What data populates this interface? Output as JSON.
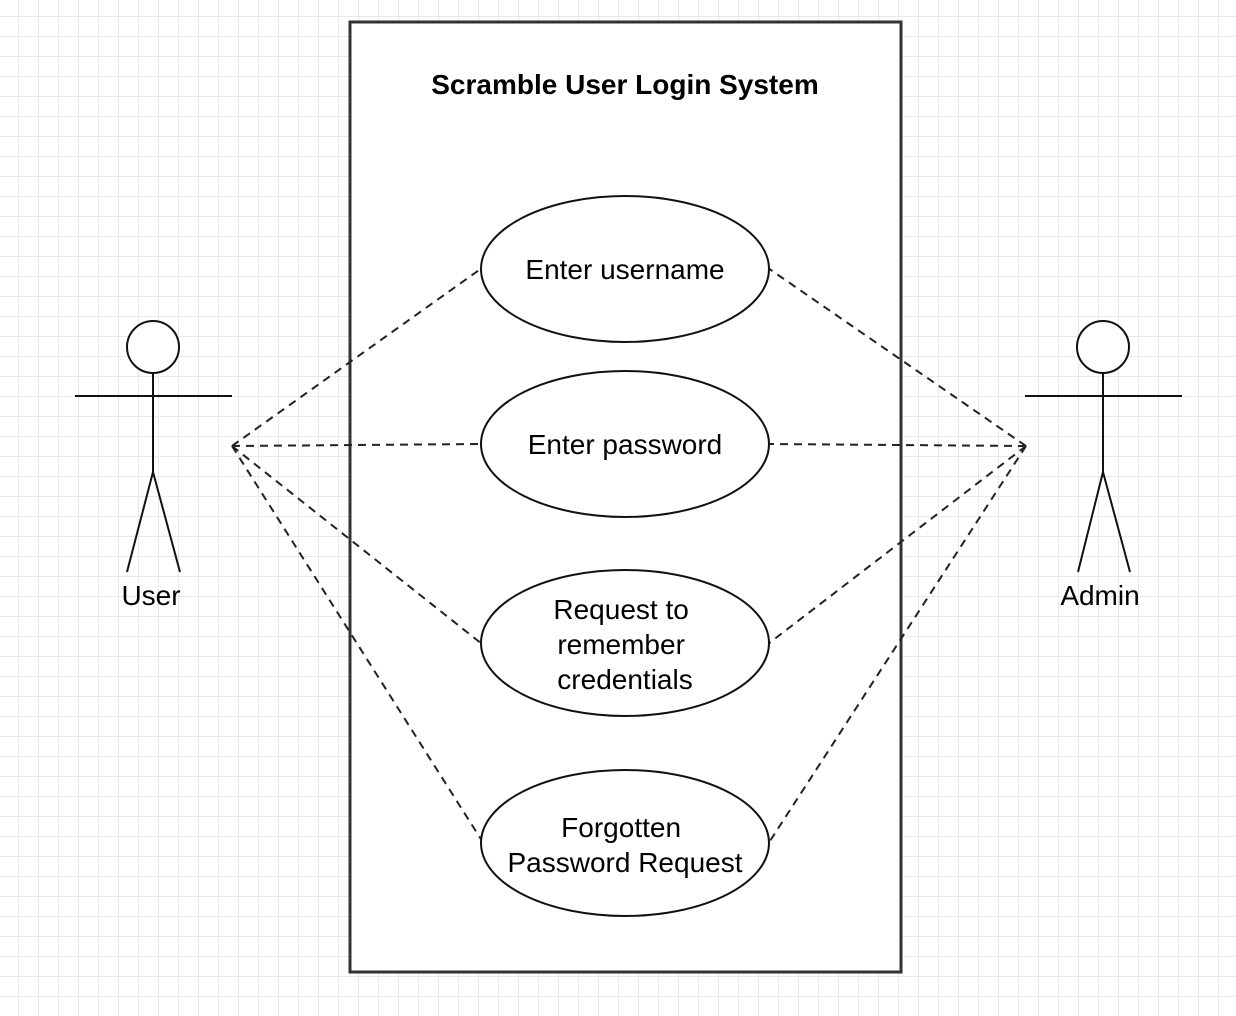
{
  "diagram": {
    "system_title": "Scramble User Login System",
    "actors": {
      "user": "User",
      "admin": "Admin"
    },
    "use_cases": {
      "enter_username": [
        "Enter username"
      ],
      "enter_password": [
        "Enter password"
      ],
      "remember_credentials": [
        "Request to",
        "remember",
        "credentials"
      ],
      "forgotten_password": [
        "Forgotten",
        "Password Request"
      ]
    },
    "connector_style": "dashed",
    "colors": {
      "stroke": "#000000",
      "grid": "#e6e9ef",
      "background": "#ffffff"
    }
  }
}
